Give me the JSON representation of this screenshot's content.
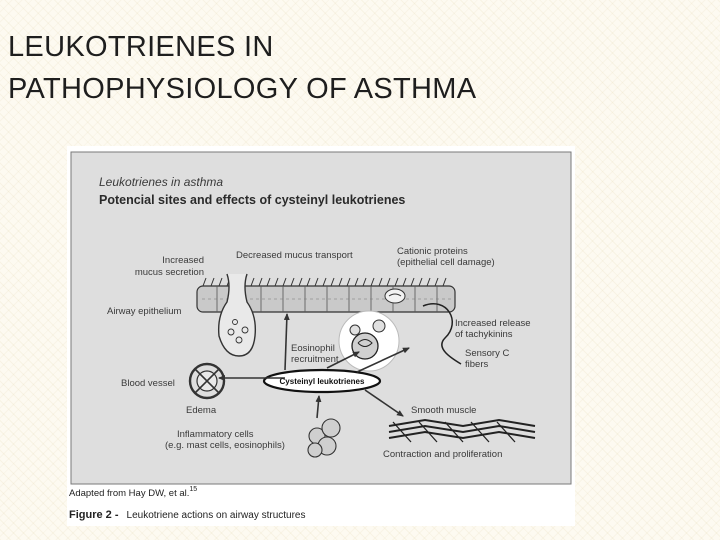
{
  "slide": {
    "title_line1": "LEUKOTRIENES IN",
    "title_line2": "PATHOPHYSIOLOGY OF ASTHMA"
  },
  "figure": {
    "subtitle": "Leukotrienes in asthma",
    "title": "Potencial sites and effects of cysteinyl leukotrienes",
    "center_label": "Cysteinyl leukotrienes",
    "labels": {
      "increased_mucus_1": "Increased",
      "increased_mucus_2": "mucus secretion",
      "decreased_mucus_transport": "Decreased mucus transport",
      "cationic_1": "Cationic proteins",
      "cationic_2": "(epithelial cell damage)",
      "airway_epithelium": "Airway epithelium",
      "tachykinins_1": "Increased release",
      "tachykinins_2": "of tachykinins",
      "eosinophil_1": "Eosinophil",
      "eosinophil_2": "recruitment",
      "sensory_1": "Sensory C",
      "sensory_2": "fibers",
      "blood_vessel": "Blood vessel",
      "edema": "Edema",
      "smooth_muscle": "Smooth muscle",
      "inflammatory_1": "Inflammatory cells",
      "inflammatory_2": "(e.g. mast cells, eosinophils)",
      "contraction": "Contraction and proliferation"
    },
    "source": "Adapted from Hay DW, et al.",
    "source_ref": "15",
    "caption_label": "Figure 2 -",
    "caption_text": "Leukotriene actions on airway structures",
    "colors": {
      "panel_bg": "#dedede",
      "panel_border": "#7a7a7a",
      "ink": "#3a3a3a"
    }
  }
}
